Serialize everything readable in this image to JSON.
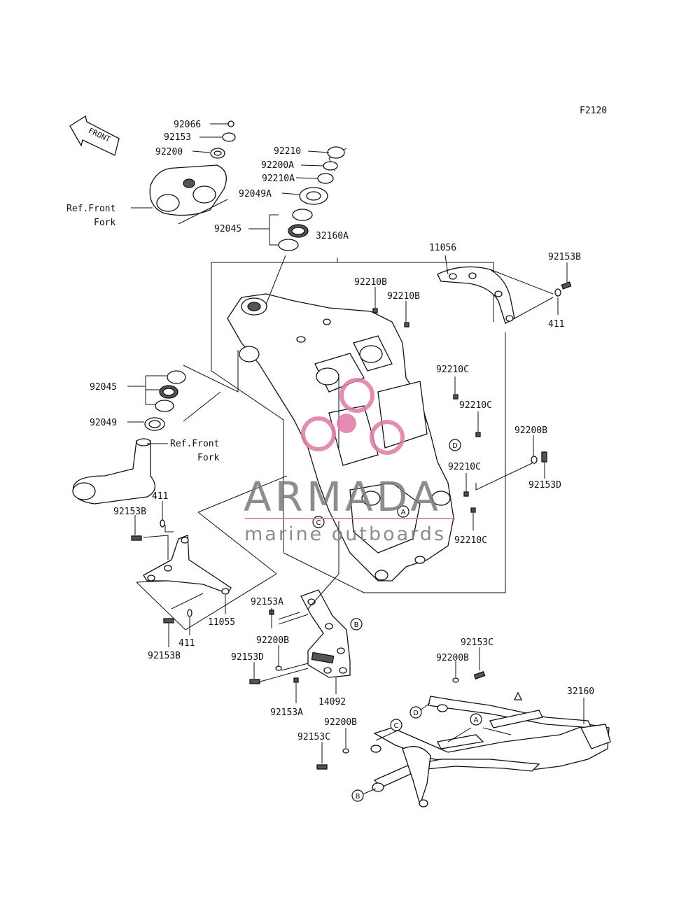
{
  "diagram_code": "F2120",
  "front_arrow_label": "FRONT",
  "parts": {
    "p92066": "92066",
    "p92153_top": "92153",
    "p92200_top": "92200",
    "ref_front_fork_1a": "Ref.Front",
    "ref_front_fork_1b": "Fork",
    "p92210": "92210",
    "p92200A": "92200A",
    "p92210A": "92210A",
    "p92049A": "92049A",
    "p92045_upper": "92045",
    "p32160A": "32160A",
    "p11056": "11056",
    "p92153B_right": "92153B",
    "p411_right": "411",
    "p92210B_1": "92210B",
    "p92210B_2": "92210B",
    "p92210C_1": "92210C",
    "p92210C_2": "92210C",
    "p92210C_3": "92210C",
    "p92210C_4": "92210C",
    "p92200B_right": "92200B",
    "p92153D_right": "92153D",
    "p92045_lower": "92045",
    "p92049": "92049",
    "ref_front_fork_2a": "Ref.Front",
    "ref_front_fork_2b": "Fork",
    "p411_left_top": "411",
    "p92153B_left_top": "92153B",
    "p11055": "11055",
    "p411_left_bottom": "411",
    "p92153B_left_bottom": "92153B",
    "p92153A_1": "92153A",
    "p92200B_mid": "92200B",
    "p92153D_mid": "92153D",
    "p14092": "14092",
    "p92153A_2": "92153A",
    "p92153C_1": "92153C",
    "p92200B_sub": "92200B",
    "p32160": "32160",
    "p92200B_bottom": "92200B",
    "p92153C_2": "92153C"
  },
  "callouts": {
    "D_frame": "D",
    "A_frame": "A",
    "C_frame": "C",
    "B_bracket": "B",
    "D_sub": "D",
    "A_sub": "A",
    "C_sub": "C",
    "B_sub": "B"
  },
  "watermark": {
    "brand": "ARMADA",
    "tagline": "marine outboards",
    "color": "#e07aa6"
  }
}
